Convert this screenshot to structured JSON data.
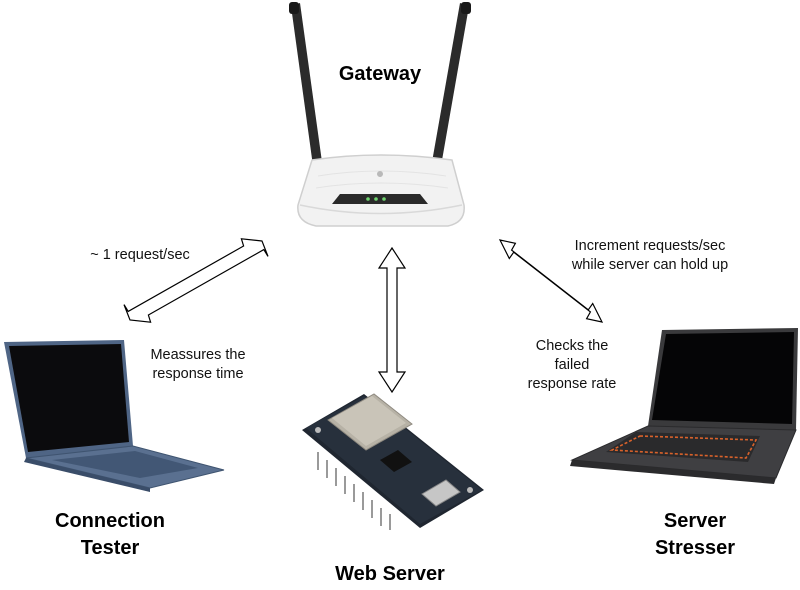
{
  "nodes": {
    "gateway": {
      "label": "Gateway",
      "icon": "router-icon"
    },
    "web_server": {
      "label": "Web Server",
      "icon": "microcontroller-board-icon"
    },
    "connection_tester": {
      "label_line1": "Connection",
      "label_line2": "Tester",
      "icon": "laptop-icon"
    },
    "server_stresser": {
      "label_line1": "Server",
      "label_line2": "Stresser",
      "icon": "gaming-laptop-icon"
    }
  },
  "edges": {
    "tester_gateway": {
      "text": "~ 1 request/sec"
    },
    "stresser_gateway": {
      "line1": "Increment requests/sec",
      "line2": "while server can hold up"
    }
  },
  "notes": {
    "tester": {
      "line1": "Meassures the",
      "line2": "response time"
    },
    "stresser": {
      "line1": "Checks the",
      "line2": "failed",
      "line3": "response rate"
    }
  },
  "colors": {
    "arrow_stroke": "#000000",
    "arrow_fill": "#ffffff",
    "router_body": "#f2f2f2",
    "board": "#1f2630",
    "chip": "#b7b2a6",
    "laptop_blue": "#4f6585",
    "laptop_dark": "#3a3a3c",
    "keyboard_glow": "#d9622b"
  }
}
